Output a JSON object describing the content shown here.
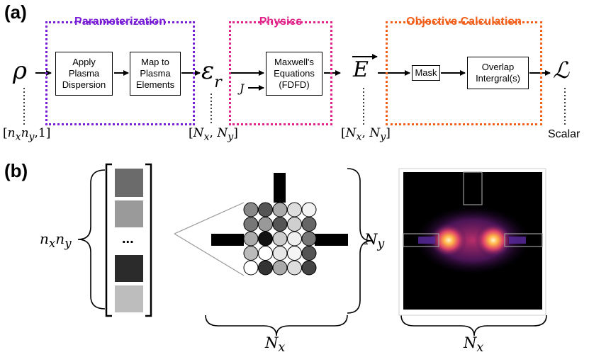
{
  "panel_a": {
    "label": "(a)",
    "groups": [
      {
        "title": "Parameterization",
        "color": "#7a1fd6"
      },
      {
        "title": "Physics",
        "color": "#e0228a"
      },
      {
        "title": "Objective Calculation",
        "color": "#f2601c"
      }
    ],
    "boxes": {
      "apply": "Apply\nPlasma\nDispersion",
      "map": "Map to\nPlasma\nElements",
      "maxwell": "Maxwell's\nEquations\n(FDFD)",
      "mask": "Mask",
      "overlap": "Overlap\nIntergral(s)"
    },
    "symbols": {
      "rho": "ρ",
      "eps": "ε",
      "eps_sub": "r",
      "J": "J",
      "E": "E",
      "L": "ℒ"
    },
    "dims": {
      "rho": "[nxny,1]",
      "eps": "[Nx, Ny]",
      "E": "[Nx, Ny]",
      "L": "Scalar"
    }
  },
  "panel_b": {
    "label": "(b)",
    "vector_label": "nxny",
    "ellipsis": "...",
    "ny_label": "Ny",
    "nx_label_left": "Nx",
    "nx_label_right": "Nx",
    "vector_cells": [
      "#6b6b6b",
      "#9a9a9a",
      "#2b2b2b",
      "#bdbdbd"
    ],
    "circle_grid": [
      [
        "#888888",
        "#555555",
        "#aaaaaa",
        "#dddddd",
        "#f2f2f2"
      ],
      [
        "#777777",
        "#999999",
        "#555555",
        "#cfcfcf",
        "#666666"
      ],
      [
        "#aaaaaa",
        "#111111",
        "#cccccc",
        "#efefef",
        "#777777"
      ],
      [
        "#bbbbbb",
        "#ffffff",
        "#e6e6e6",
        "#f5f5f5",
        "#555555"
      ],
      [
        "#ffffff",
        "#333333",
        "#aaaaaa",
        "#dddddd",
        "#444444"
      ]
    ]
  }
}
